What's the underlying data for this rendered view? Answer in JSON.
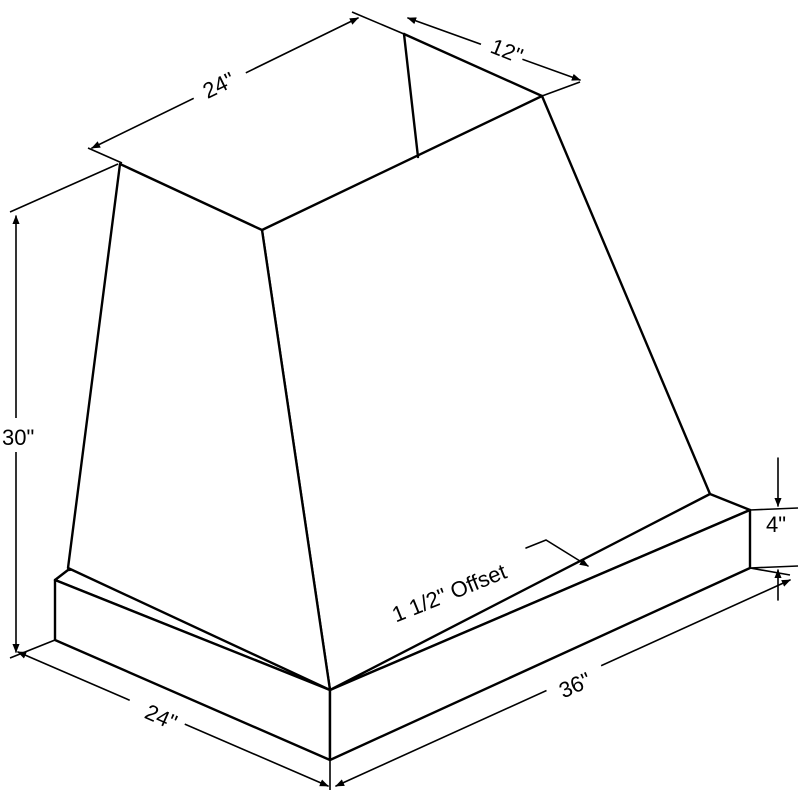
{
  "dimensions": {
    "top_width": "24\"",
    "top_depth": "12\"",
    "height": "30\"",
    "base_depth": "24\"",
    "base_width": "36\"",
    "band_height": "4\"",
    "offset_note": "1 1/2\" Offset"
  }
}
